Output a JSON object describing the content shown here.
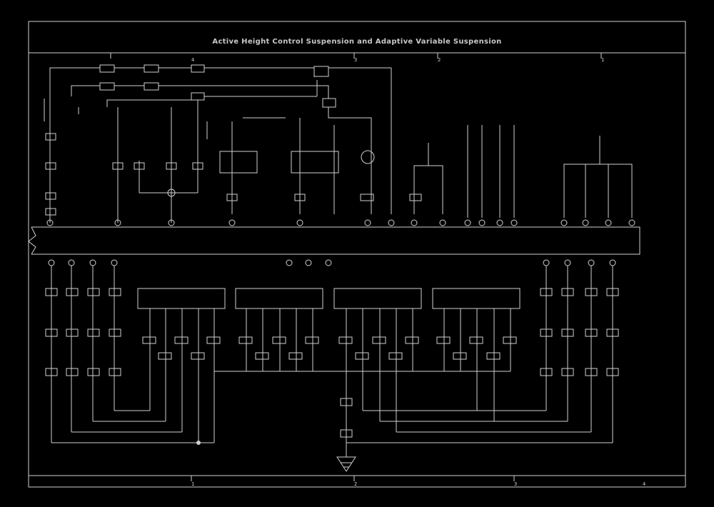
{
  "diagram": {
    "title": "Active Height Control Suspension and Adaptive Variable Suspension",
    "colors": {
      "background": "#000000",
      "line": "#d0d0d0",
      "text": "#cfcfcf"
    },
    "icons": [
      "relay-icon",
      "connector-icon",
      "ground-icon",
      "splice-dot-icon"
    ],
    "top_column_marks": [
      "4",
      "3",
      "2",
      "1"
    ],
    "bottom_column_marks": [
      "1",
      "2",
      "3",
      "4"
    ]
  }
}
